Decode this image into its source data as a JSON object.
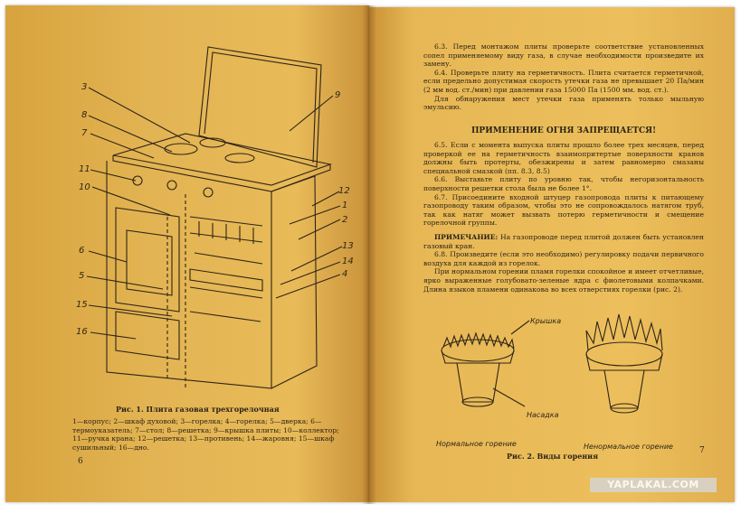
{
  "left_page": {
    "callout_numbers": [
      "3",
      "8",
      "7",
      "11",
      "10",
      "6",
      "5",
      "15",
      "16",
      "1",
      "12",
      "2",
      "13",
      "14",
      "4",
      "9"
    ],
    "figure_caption": "Рис. 1.   Плита газовая трехгорелочная",
    "legend": "1—корпус; 2—шкаф духовой; 3—горелка; 4—горелка; 5—дверка; 6—термоуказатель; 7—стол; 8—решетка; 9—крышка плиты; 10—коллектор; 11—ручка крана; 12—решетка; 13—противень; 14—жаровня; 15—шкаф сушильный; 16—дно.",
    "page_number": "6"
  },
  "right_page": {
    "para_63": "6.3. Перед монтажом плиты проверьте соответствие установленных сопел применяемому виду газа, в случае необходимости произведите их замену.",
    "para_64": "6.4. Проверьте плиту на герметичность. Плита считается герметичной, если предельно допустимая скорость утечки газа не превышает 20 Па/мин (2 мм вод. ст./мин) при давлении газа 15000 Па (1500 мм. вод. ст.).",
    "para_leak": "Для обнаружения мест утечки газа применять только мыльную эмульсию.",
    "heading": "ПРИМЕНЕНИЕ ОГНЯ ЗАПРЕЩАЕТСЯ!",
    "para_65": "6.5. Если с момента выпуска плиты прошло более трех месяцев, перед проверкой ее на герметичность взаимопритертые поверхности кранов должны быть протерты, обезжирены и затем равномерно смазаны специальной смазкой (пп. 8.3, 8.5)",
    "para_66": "6.6. Выставьте плиту по уровню так, чтобы негоризонтальность поверхности решетки стола была не более 1°.",
    "para_67": "6.7. Присоедините входной штуцер газопровода плиты к питающему газопроводу таким образом, чтобы это не сопровождалось натягом труб, так как натяг может вызвать потерю герметичности и смещение горелочной группы.",
    "note_label": "ПРИМЕЧАНИЕ:",
    "note_text": " На газопроводе перед плитой должен быть установлен газовый кран.",
    "para_68": "6.8. Произведите (если это необходимо) регулировку подачи первичного воздуха для каждой из горелок.",
    "para_flame": "При нормальном горении пламя горелки спокойное и имеет отчетливые, ярко выраженные голубовато-зеленые ядра с фиолетовыми колпачками. Длина языков пламени одинакова во всех отверстиях горелки (рис. 2).",
    "label_cap": "Крышка",
    "label_nozzle": "Насадка",
    "label_normal": "Нормальное горение",
    "label_abnormal": "Ненормальное горение",
    "figure_caption": "Рис. 2.   Виды горения",
    "page_number": "7"
  },
  "watermark": "YAPLAKAL.COM"
}
